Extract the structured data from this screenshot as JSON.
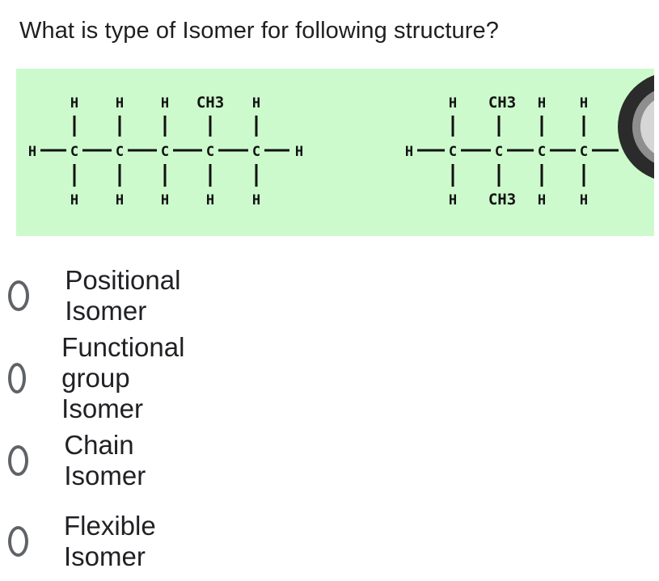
{
  "question": "What is type of Isomer for following structure?",
  "structure_1": {
    "top": [
      "H",
      "H",
      "H",
      "CH3",
      "H"
    ],
    "left_h": "H",
    "carbons": [
      "C",
      "C",
      "C",
      "C",
      "C"
    ],
    "right_h": "H",
    "bottom": [
      "H",
      "H",
      "H",
      "H",
      "H"
    ]
  },
  "structure_2": {
    "top": [
      "H",
      "CH3",
      "H",
      "H"
    ],
    "left_h": "H",
    "carbons": [
      "C",
      "C",
      "C",
      "C"
    ],
    "bottom": [
      "H",
      "CH3",
      "H",
      "H"
    ]
  },
  "options": [
    {
      "label": "Positional Isomer"
    },
    {
      "label": "Functional group Isomer"
    },
    {
      "label": "Chain Isomer"
    },
    {
      "label": "Flexible Isomer"
    }
  ]
}
